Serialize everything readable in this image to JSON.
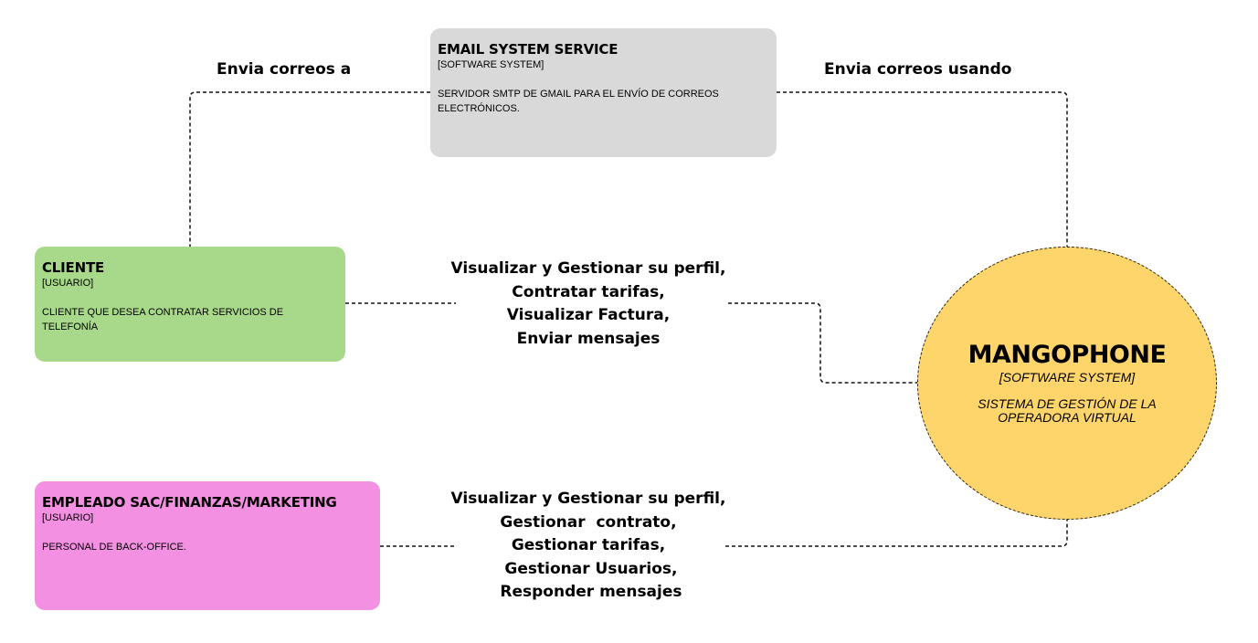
{
  "elements": {
    "email_system": {
      "title": "EMAIL SYSTEM SERVICE",
      "tag": "[SOFTWARE SYSTEM]",
      "description": "SERVIDOR SMTP DE GMAIL PARA EL ENVÍO DE CORREOS ELECTRÓNICOS.",
      "color": "#d9d9d9"
    },
    "cliente": {
      "title": "CLIENTE",
      "tag": "[USUARIO]",
      "description": "CLIENTE QUE DESEA CONTRATAR SERVICIOS DE TELEFONÍA",
      "color": "#a8d889"
    },
    "empleado": {
      "title": "EMPLEADO SAC/FINANZAS/MARKETING",
      "tag": "[USUARIO]",
      "description": "PERSONAL DE BACK-OFFICE.",
      "color": "#f390e2"
    },
    "mangophone": {
      "title": "MANGOPHONE",
      "tag": "[SOFTWARE SYSTEM]",
      "description": "SISTEMA DE GESTIÓN DE LA OPERADORA VIRTUAL",
      "color": "#fdd56b"
    }
  },
  "relations": {
    "email_to_cliente": "Envia correos a",
    "mangophone_to_email": "Envia correos  usando",
    "cliente_to_mangophone": [
      "Visualizar y Gestionar su perfil,",
      "Contratar tarifas,",
      "Visualizar Factura,",
      "Enviar mensajes"
    ],
    "empleado_to_mangophone": [
      "Visualizar y Gestionar su perfil,",
      "Gestionar  contrato,",
      "Gestionar tarifas,",
      " Gestionar Usuarios,",
      " Responder mensajes"
    ]
  }
}
